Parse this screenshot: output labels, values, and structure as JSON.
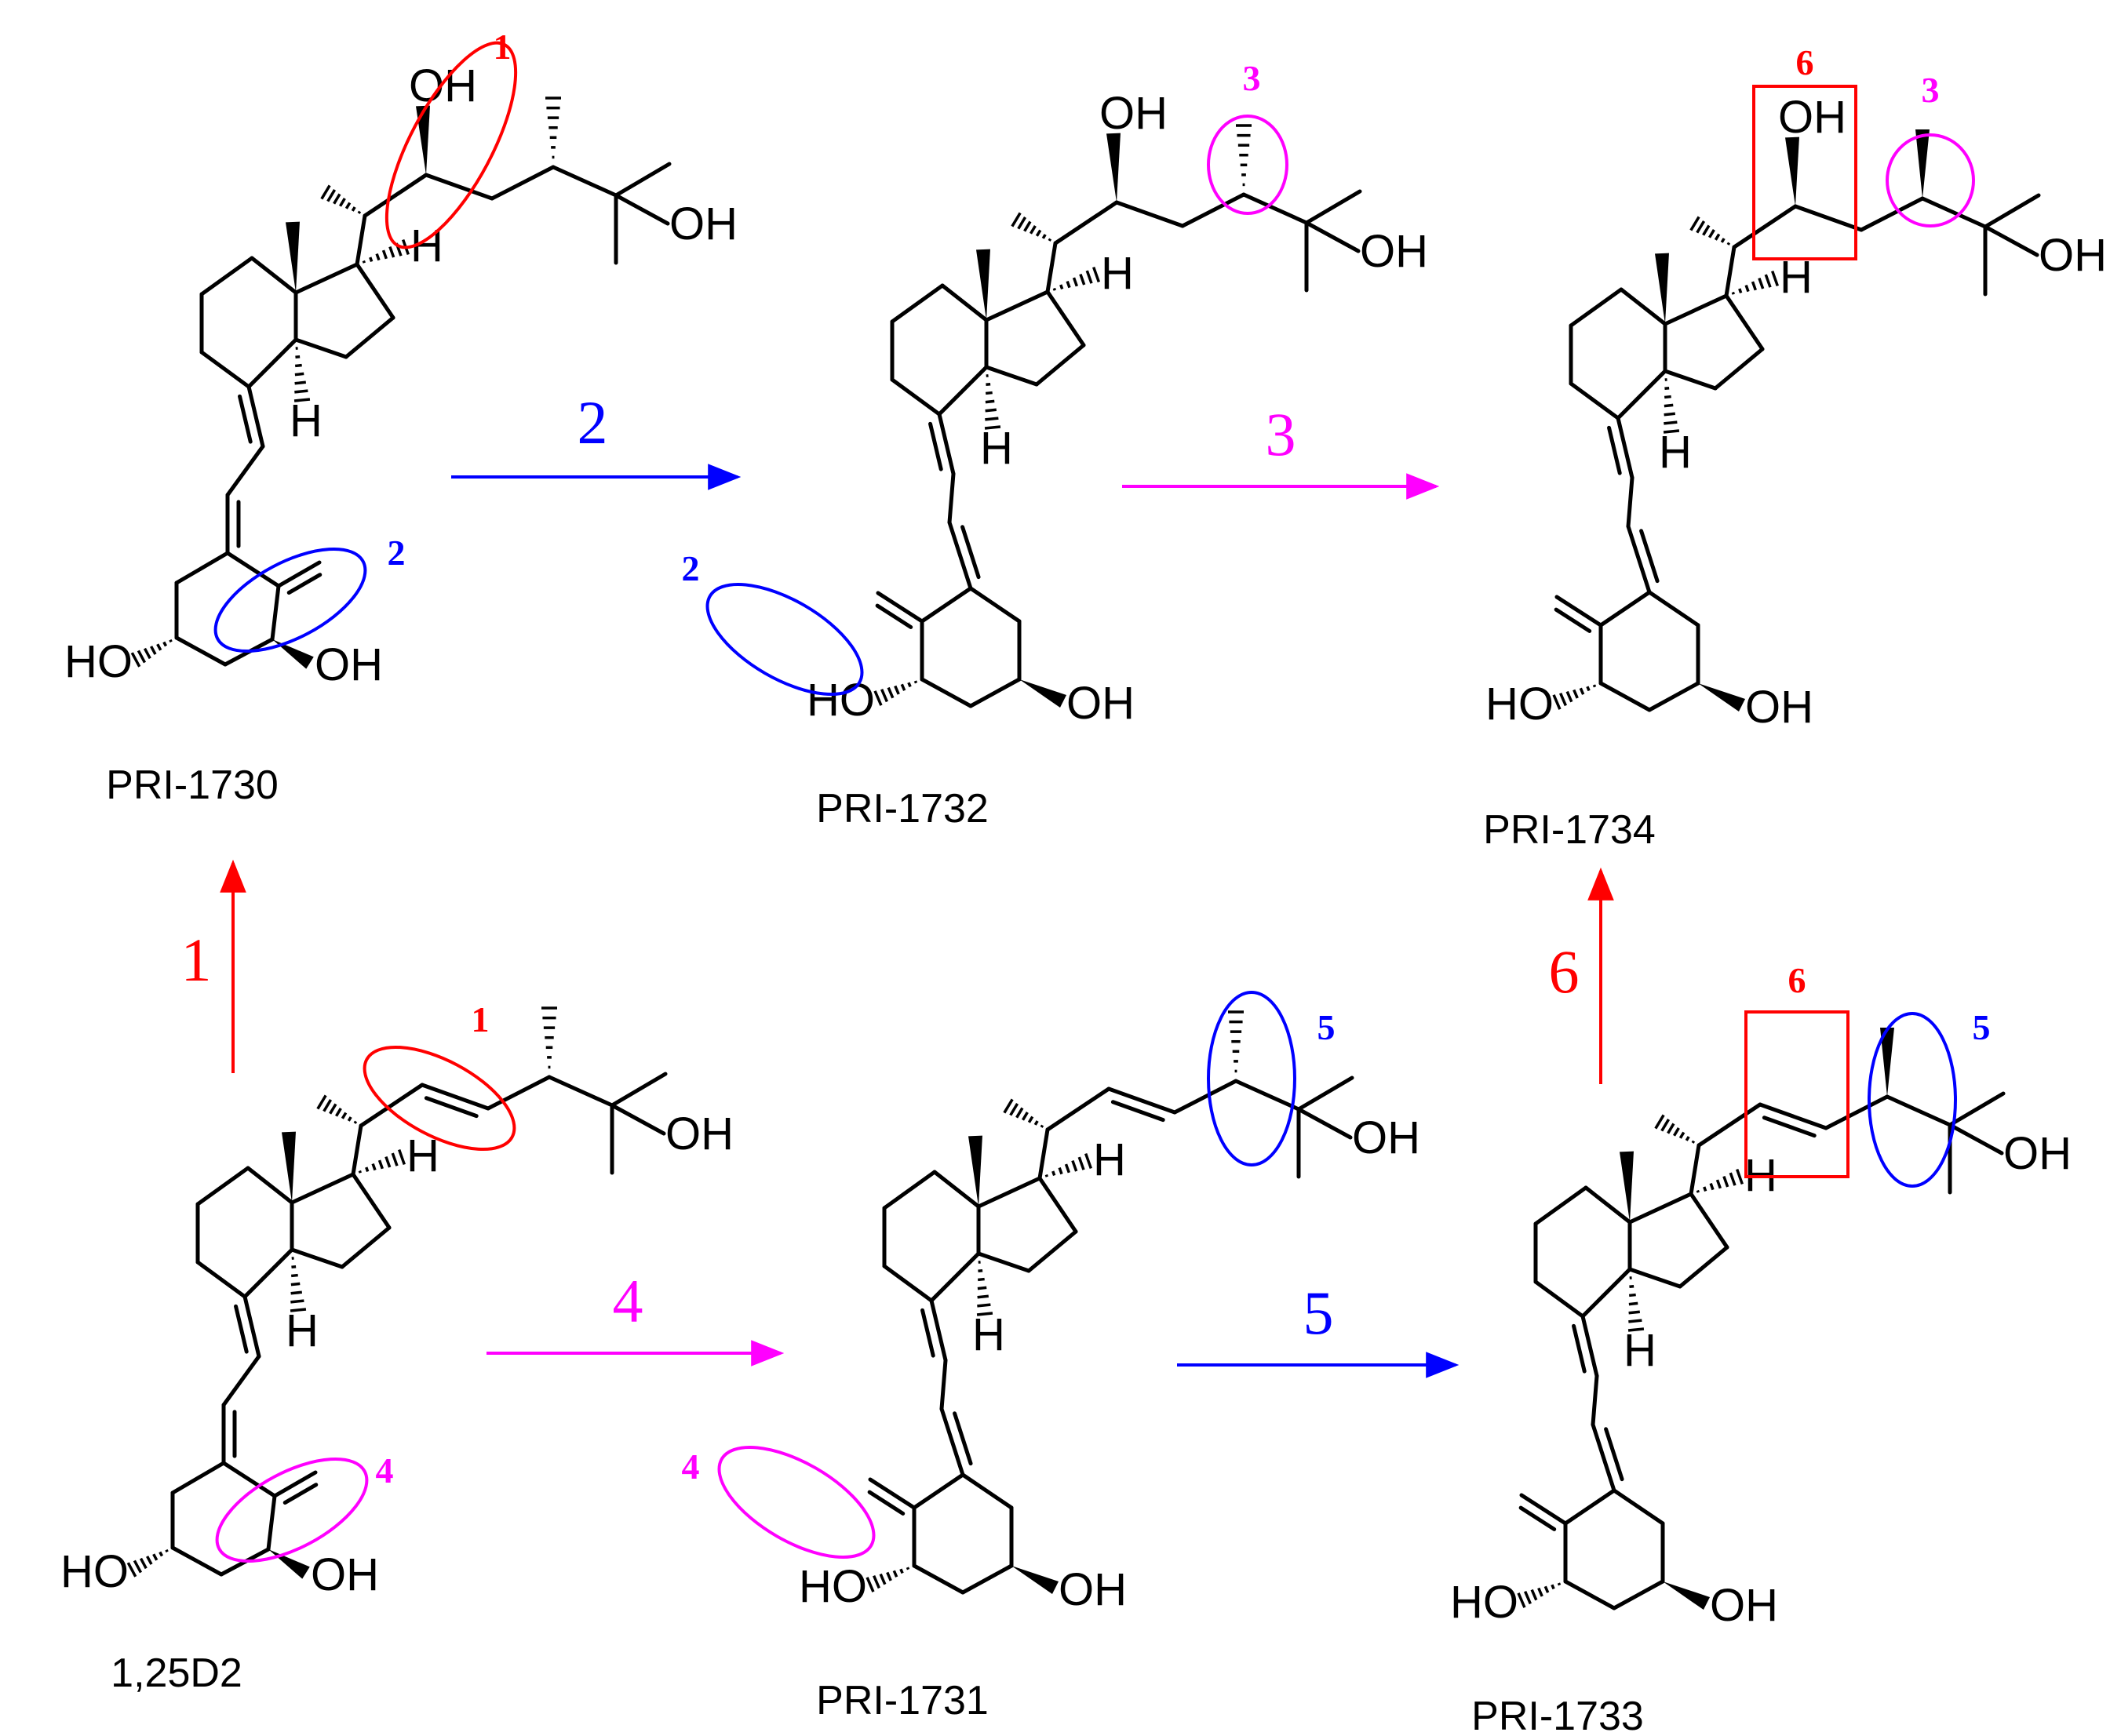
{
  "colors": {
    "red": "#ff0000",
    "blue": "#0000ff",
    "magenta": "#ff00ff",
    "black": "#000000"
  },
  "atoms": {
    "hydroxyl_right": "OH",
    "hydroxyl_left": "HO",
    "hydrogen": "H"
  },
  "compounds": [
    {
      "id": "c1730",
      "name": "PRI-1730"
    },
    {
      "id": "c1732",
      "name": "PRI-1732"
    },
    {
      "id": "c1734",
      "name": "PRI-1734"
    },
    {
      "id": "c125",
      "name": "1,25D2"
    },
    {
      "id": "c1731",
      "name": "PRI-1731"
    },
    {
      "id": "c1733",
      "name": "PRI-1733"
    }
  ],
  "steps": [
    {
      "label": "1",
      "color": "#ff0000",
      "from": "1,25D2",
      "to": "PRI-1730"
    },
    {
      "label": "2",
      "color": "#0000ff",
      "from": "PRI-1730",
      "to": "PRI-1732"
    },
    {
      "label": "3",
      "color": "#ff00ff",
      "from": "PRI-1732",
      "to": "PRI-1734"
    },
    {
      "label": "4",
      "color": "#ff00ff",
      "from": "1,25D2",
      "to": "PRI-1731"
    },
    {
      "label": "5",
      "color": "#0000ff",
      "from": "PRI-1731",
      "to": "PRI-1733"
    },
    {
      "label": "6",
      "color": "#ff0000",
      "from": "PRI-1733",
      "to": "PRI-1734"
    }
  ],
  "markers": [
    {
      "compound": "PRI-1730",
      "label": "1",
      "shape": "ellipse",
      "color": "#ff0000"
    },
    {
      "compound": "PRI-1730",
      "label": "2",
      "shape": "ellipse",
      "color": "#0000ff"
    },
    {
      "compound": "PRI-1732",
      "label": "2",
      "shape": "ellipse",
      "color": "#0000ff"
    },
    {
      "compound": "PRI-1732",
      "label": "3",
      "shape": "ellipse",
      "color": "#ff00ff"
    },
    {
      "compound": "PRI-1734",
      "label": "6",
      "shape": "box",
      "color": "#ff0000"
    },
    {
      "compound": "PRI-1734",
      "label": "3",
      "shape": "ellipse",
      "color": "#ff00ff"
    },
    {
      "compound": "1,25D2",
      "label": "1",
      "shape": "ellipse",
      "color": "#ff0000"
    },
    {
      "compound": "1,25D2",
      "label": "4",
      "shape": "ellipse",
      "color": "#ff00ff"
    },
    {
      "compound": "PRI-1731",
      "label": "5",
      "shape": "ellipse",
      "color": "#0000ff"
    },
    {
      "compound": "PRI-1731",
      "label": "4",
      "shape": "ellipse",
      "color": "#ff00ff"
    },
    {
      "compound": "PRI-1733",
      "label": "6",
      "shape": "box",
      "color": "#ff0000"
    },
    {
      "compound": "PRI-1733",
      "label": "5",
      "shape": "ellipse",
      "color": "#0000ff"
    }
  ]
}
